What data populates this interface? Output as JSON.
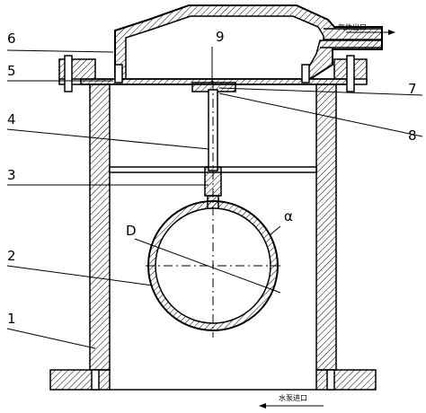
{
  "callouts": [
    {
      "id": "1",
      "label": "1"
    },
    {
      "id": "2",
      "label": "2"
    },
    {
      "id": "3",
      "label": "3"
    },
    {
      "id": "4",
      "label": "4"
    },
    {
      "id": "5",
      "label": "5"
    },
    {
      "id": "6",
      "label": "6"
    },
    {
      "id": "7",
      "label": "7"
    },
    {
      "id": "8",
      "label": "8"
    },
    {
      "id": "9",
      "label": "9"
    }
  ],
  "dimension_labels": {
    "diameter": "D",
    "angle": "α"
  },
  "flow_labels": {
    "gas_outlet": "气体出口",
    "water_inlet": "水泵进口"
  }
}
